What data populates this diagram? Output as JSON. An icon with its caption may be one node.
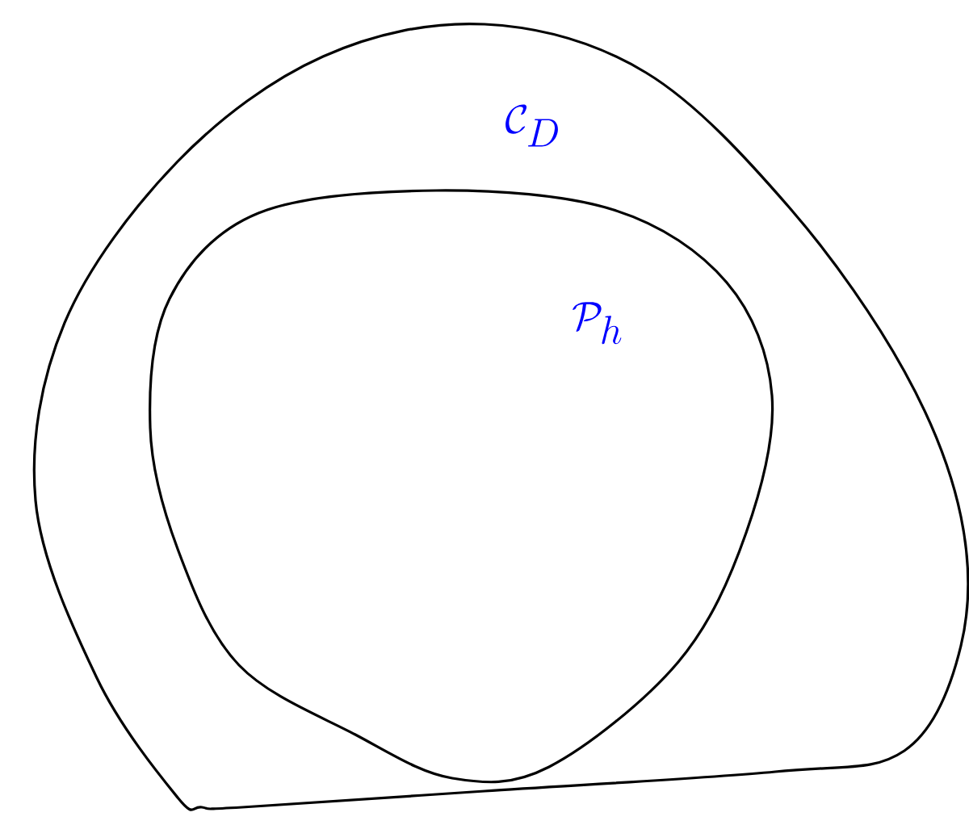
{
  "diagram": {
    "nodes": [
      {
        "text": [
          "\\mathcal{C}_D"
        ]
      },
      {
        "text": [
          "\\mathcal{P}_h"
        ],
        "in": 0
      }
    ]
  }
}
